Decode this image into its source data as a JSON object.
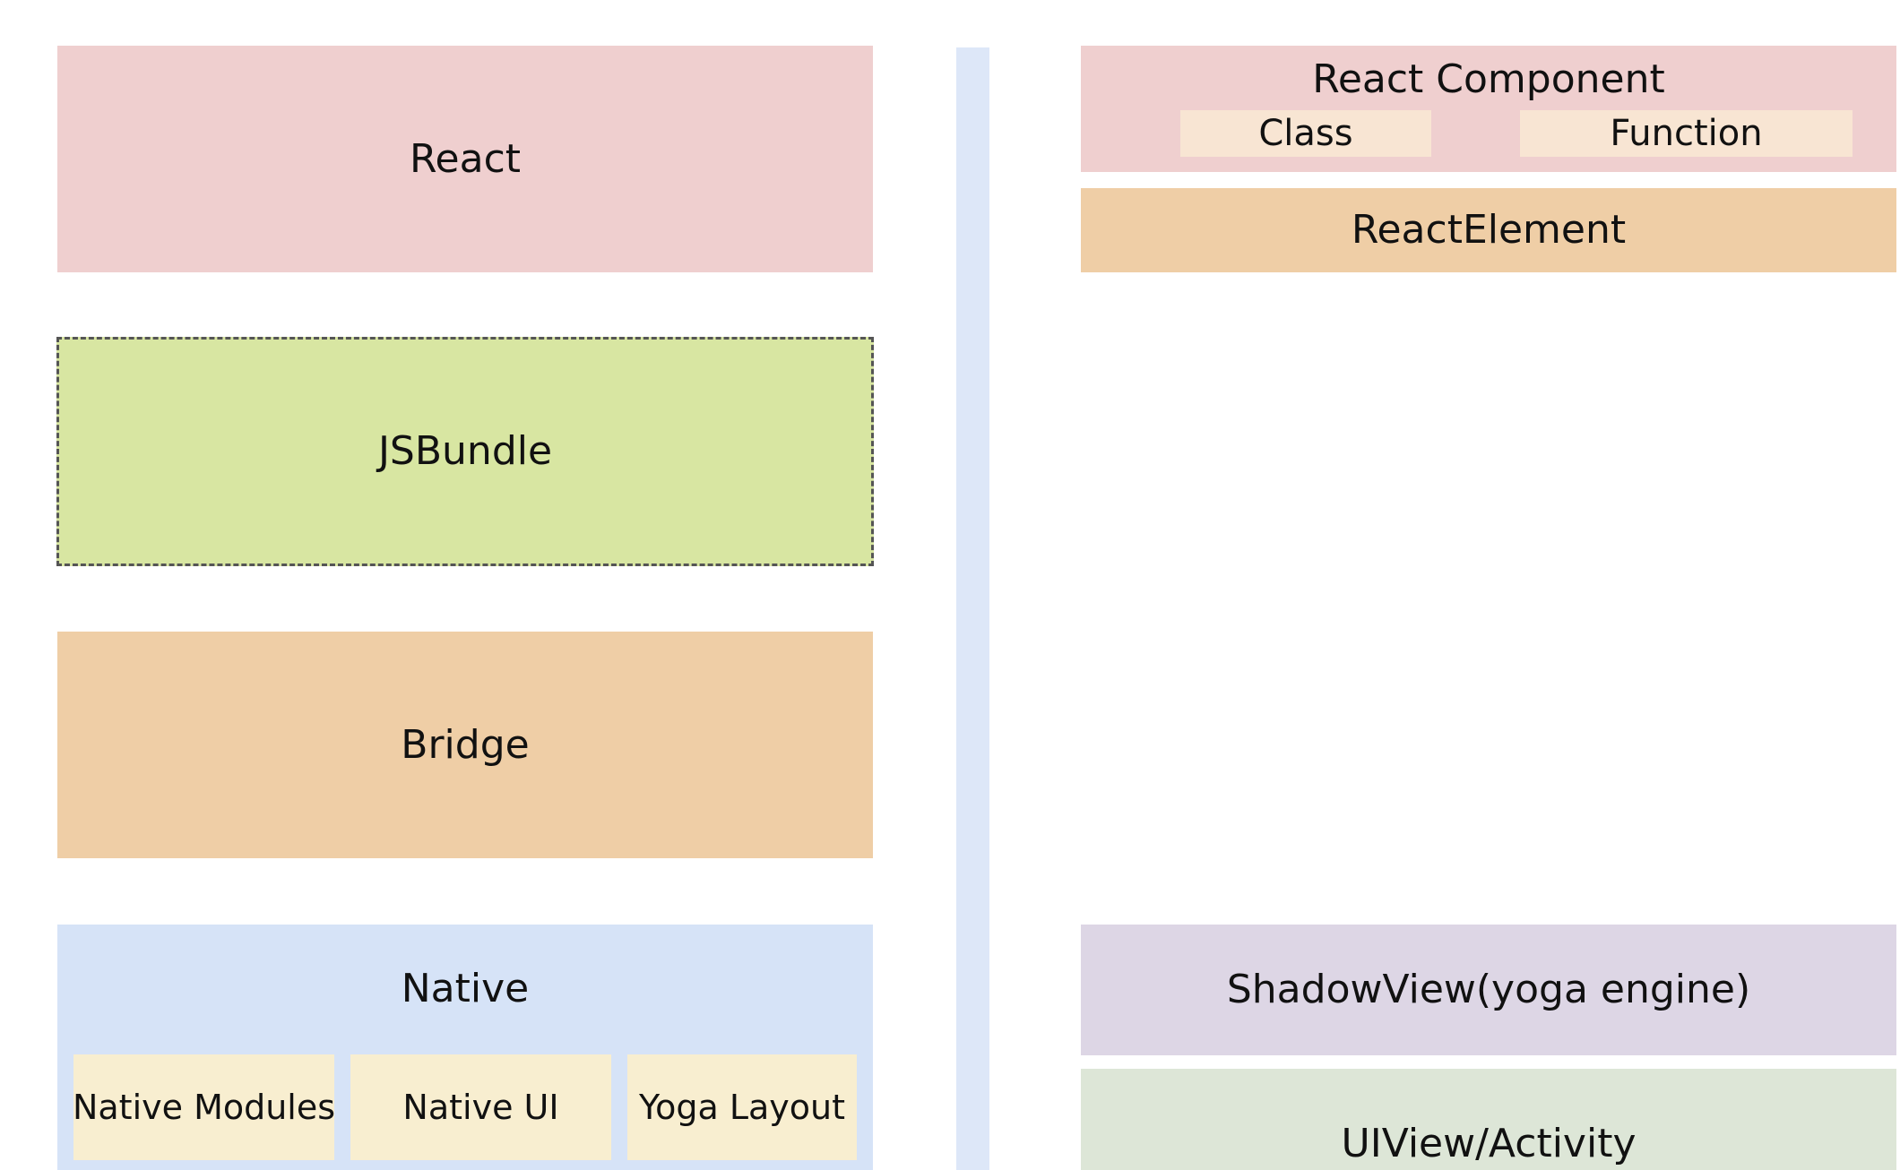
{
  "colors": {
    "react_pink": "#efcfcf",
    "bundle_green": "#d8e6a2",
    "bridge_orange": "#efcea6",
    "native_blue": "#d6e3f7",
    "chip_cream": "#f8eed0",
    "component_chip": "#f8e5d3",
    "divider_blue": "#dde7f8",
    "shadow_purple": "#ddd6e5",
    "uiview_green": "#dde6d7",
    "dashed_border": "#555555"
  },
  "left": {
    "react": {
      "label": "React"
    },
    "jsbundle": {
      "label": "JSBundle"
    },
    "bridge": {
      "label": "Bridge"
    },
    "native": {
      "label": "Native",
      "modules": [
        {
          "label": "Native Modules"
        },
        {
          "label": "Native UI"
        },
        {
          "label": "Yoga Layout"
        }
      ]
    }
  },
  "right": {
    "react_component": {
      "label": "React Component",
      "types": [
        {
          "label": "Class"
        },
        {
          "label": "Function"
        }
      ]
    },
    "react_element": {
      "label": "ReactElement"
    },
    "shadow_view": {
      "label": "ShadowView(yoga engine)"
    },
    "ui_view": {
      "label": "UIView/Activity"
    }
  }
}
